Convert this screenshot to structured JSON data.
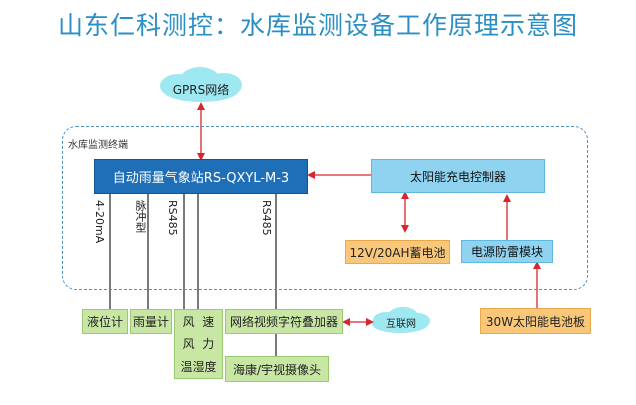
{
  "title": "山东仁科测控：水库监测设备工作原理示意图",
  "cloud_gprs": "GPRS网络",
  "cloud_internet": "互联网",
  "frame_label": "水库监测终端",
  "station": "自动雨量气象站RS-QXYL-M-3",
  "solar_controller": "太阳能充电控制器",
  "battery": "12V/20AH蓄电池",
  "surge": "电源防雷模块",
  "solar_panel": "30W太阳能电池板",
  "line_labels": {
    "ma": "4-20mA",
    "pulse": "脉冲型",
    "rs485_a": "RS485",
    "rs485_b": "RS485"
  },
  "sensors": {
    "level": "液位计",
    "rain": "雨量计",
    "wind_speed": "风  速",
    "wind_force": "风  力",
    "temp_hum": "温湿度",
    "video_overlay": "网络视频字符叠加器",
    "camera": "海康/宇视摄像头"
  },
  "colors": {
    "title": "#2a8fc4",
    "station": "#1f6fb8",
    "controller": "#8fd3f0",
    "battery": "#f9c77a",
    "sensor": "#c9e7a4",
    "arrow": "#d7262e"
  }
}
